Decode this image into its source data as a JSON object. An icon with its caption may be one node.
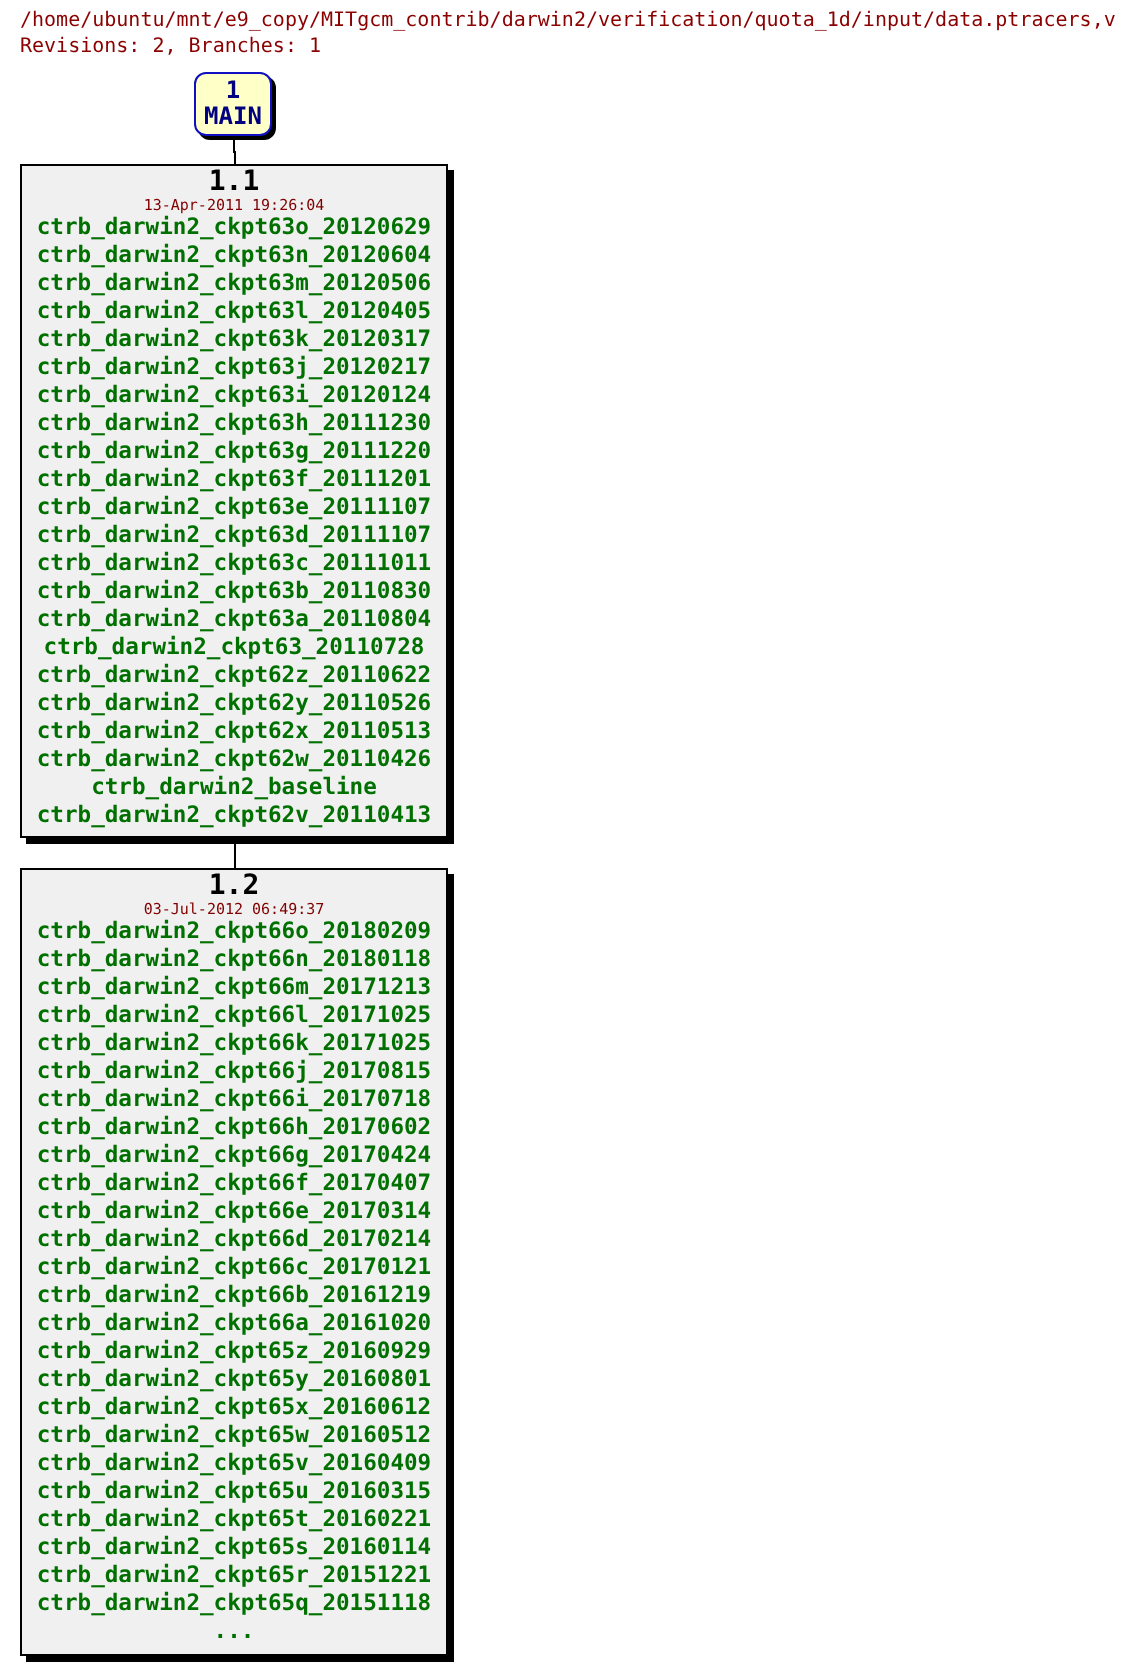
{
  "diagram": {
    "title": "/home/ubuntu/mnt/e9_copy/MITgcm_contrib/darwin2/verification/quota_1d/input/data.ptracers,v",
    "labels": [
      "Revisions: 2, Branches: 1"
    ],
    "nodes": [
      {
        "text": [
          "1",
          "MAIN"
        ]
      },
      {
        "text": [
          "1.1",
          "13-Apr-2011 19:26:04",
          "ctrb_darwin2_ckpt63o_20120629",
          "ctrb_darwin2_ckpt63n_20120604",
          "ctrb_darwin2_ckpt63m_20120506",
          "ctrb_darwin2_ckpt63l_20120405",
          "ctrb_darwin2_ckpt63k_20120317",
          "ctrb_darwin2_ckpt63j_20120217",
          "ctrb_darwin2_ckpt63i_20120124",
          "ctrb_darwin2_ckpt63h_20111230",
          "ctrb_darwin2_ckpt63g_20111220",
          "ctrb_darwin2_ckpt63f_20111201",
          "ctrb_darwin2_ckpt63e_20111107",
          "ctrb_darwin2_ckpt63d_20111107",
          "ctrb_darwin2_ckpt63c_20111011",
          "ctrb_darwin2_ckpt63b_20110830",
          "ctrb_darwin2_ckpt63a_20110804",
          "ctrb_darwin2_ckpt63_20110728",
          "ctrb_darwin2_ckpt62z_20110622",
          "ctrb_darwin2_ckpt62y_20110526",
          "ctrb_darwin2_ckpt62x_20110513",
          "ctrb_darwin2_ckpt62w_20110426",
          "ctrb_darwin2_baseline",
          "ctrb_darwin2_ckpt62v_20110413"
        ]
      },
      {
        "text": [
          "1.2",
          "03-Jul-2012 06:49:37",
          "ctrb_darwin2_ckpt66o_20180209",
          "ctrb_darwin2_ckpt66n_20180118",
          "ctrb_darwin2_ckpt66m_20171213",
          "ctrb_darwin2_ckpt66l_20171025",
          "ctrb_darwin2_ckpt66k_20171025",
          "ctrb_darwin2_ckpt66j_20170815",
          "ctrb_darwin2_ckpt66i_20170718",
          "ctrb_darwin2_ckpt66h_20170602",
          "ctrb_darwin2_ckpt66g_20170424",
          "ctrb_darwin2_ckpt66f_20170407",
          "ctrb_darwin2_ckpt66e_20170314",
          "ctrb_darwin2_ckpt66d_20170214",
          "ctrb_darwin2_ckpt66c_20170121",
          "ctrb_darwin2_ckpt66b_20161219",
          "ctrb_darwin2_ckpt66a_20161020",
          "ctrb_darwin2_ckpt65z_20160929",
          "ctrb_darwin2_ckpt65y_20160801",
          "ctrb_darwin2_ckpt65x_20160612",
          "ctrb_darwin2_ckpt65w_20160512",
          "ctrb_darwin2_ckpt65v_20160409",
          "ctrb_darwin2_ckpt65u_20160315",
          "ctrb_darwin2_ckpt65t_20160221",
          "ctrb_darwin2_ckpt65s_20160114",
          "ctrb_darwin2_ckpt65r_20151221",
          "ctrb_darwin2_ckpt65q_20151118",
          "..."
        ]
      }
    ],
    "edges": [
      {
        "from": 0,
        "to": 1,
        "arrow": "none"
      },
      {
        "from": 1,
        "to": 2,
        "arrow": "none"
      }
    ]
  }
}
